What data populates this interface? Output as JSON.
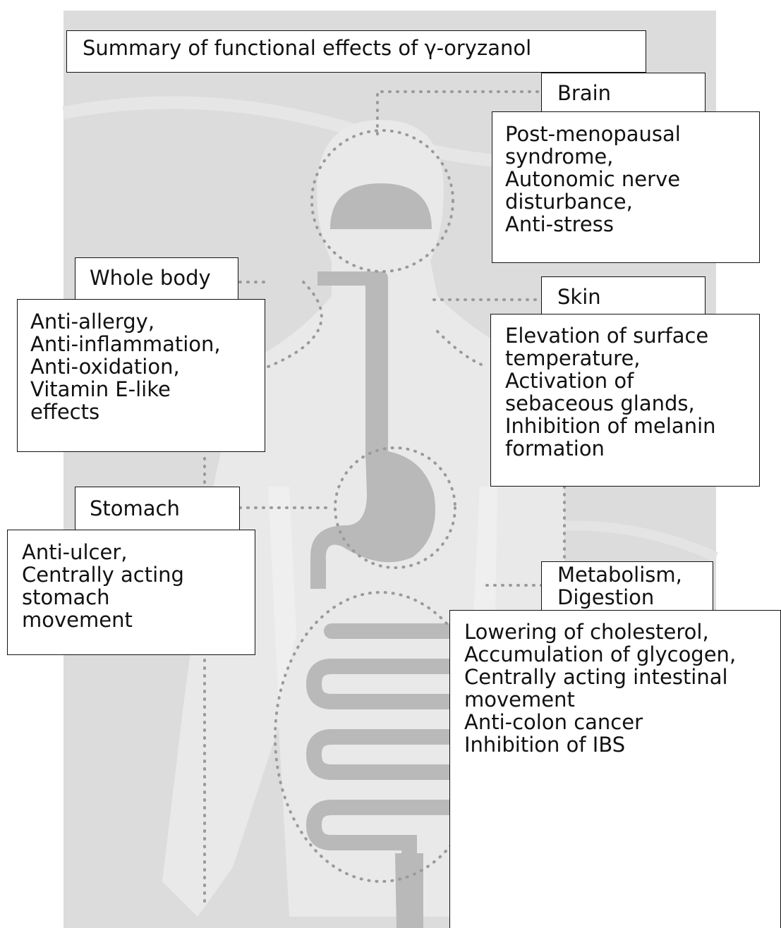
{
  "title": "Summary of functional effects of γ-oryzanol",
  "regions": {
    "brain": {
      "label": "Brain",
      "effects": [
        "Post-menopausal",
        "syndrome,",
        "Autonomic nerve",
        "disturbance,",
        "Anti-stress"
      ]
    },
    "whole_body": {
      "label": "Whole body",
      "effects": [
        "Anti-allergy,",
        "Anti-inflammation,",
        "Anti-oxidation,",
        "Vitamin E-like",
        "effects"
      ]
    },
    "skin": {
      "label": "Skin",
      "effects": [
        "Elevation of surface",
        "temperature,",
        "Activation of",
        "sebaceous glands,",
        "Inhibition of melanin",
        "formation"
      ]
    },
    "stomach": {
      "label": "Stomach",
      "effects": [
        "Anti-ulcer,",
        "Centrally acting",
        "stomach",
        "movement"
      ]
    },
    "metabolism": {
      "label_lines": [
        "Metabolism,",
        "Digestion"
      ],
      "effects": [
        "Lowering of cholesterol,",
        "Accumulation of glycogen,",
        "Centrally acting intestinal",
        "movement",
        "Anti-colon cancer",
        "Inhibition of IBS"
      ]
    }
  },
  "colors": {
    "background": "#dcdcdc",
    "body": "#e9e9e9",
    "organ": "#b9b9b9",
    "dots": "#9a9a9a",
    "box_border": "#111111"
  }
}
